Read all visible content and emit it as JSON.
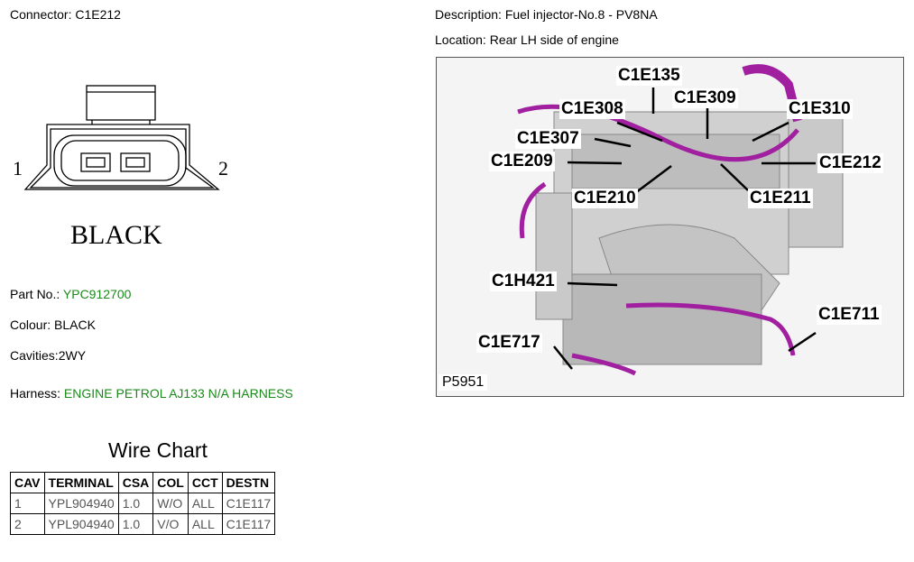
{
  "connector": {
    "label": "Connector:",
    "value": "C1E212"
  },
  "description": {
    "label": "Description:",
    "value": "Fuel injector-No.8 - PV8NA"
  },
  "location": {
    "label": "Location:",
    "value": "Rear LH side of engine"
  },
  "drawing": {
    "pin_left": "1",
    "pin_right": "2",
    "colour_text": "BLACK"
  },
  "part_no": {
    "label": "Part No.:",
    "value": "YPC912700"
  },
  "colour": {
    "label": "Colour:",
    "value": "BLACK"
  },
  "cavities": {
    "label": "Cavities:",
    "value": "2WY"
  },
  "harness": {
    "label": "Harness:",
    "value": "ENGINE PETROL AJ133 N/A HARNESS"
  },
  "photo": {
    "id": "P5951",
    "callouts": [
      "C1E135",
      "C1E308",
      "C1E309",
      "C1E310",
      "C1E307",
      "C1E209",
      "C1E212",
      "C1E210",
      "C1E211",
      "C1H421",
      "C1E711",
      "C1E717"
    ]
  },
  "wire_chart": {
    "title": "Wire Chart",
    "headers": [
      "CAV",
      "TERMINAL",
      "CSA",
      "COL",
      "CCT",
      "DESTN"
    ],
    "rows": [
      [
        "1",
        "YPL904940",
        "1.0",
        "W/O",
        "ALL",
        "C1E117"
      ],
      [
        "2",
        "YPL904940",
        "1.0",
        "V/O",
        "ALL",
        "C1E117"
      ]
    ]
  },
  "colors": {
    "accent_green": "#1a8a1a",
    "harness_purple": "#a020a0"
  }
}
